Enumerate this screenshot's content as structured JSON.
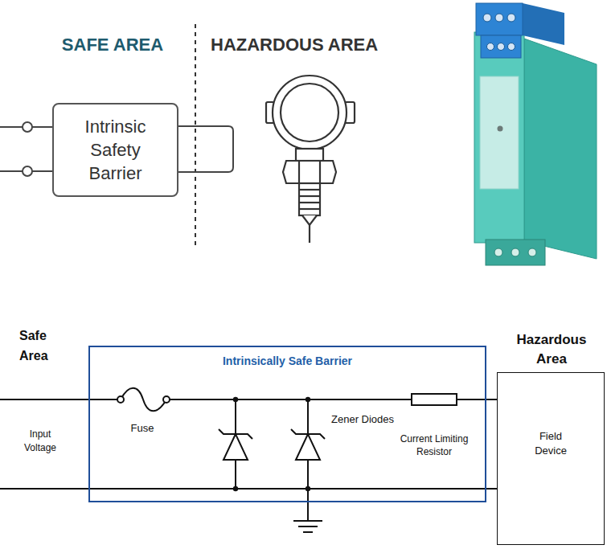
{
  "diagram": {
    "nodes": [
      {
        "text": [
          "Intrinsic Safety Barrier"
        ]
      },
      {
        "text": [
          "Intrinsically Safe Barrier"
        ]
      },
      {
        "text": [
          "Hazardous Area",
          "Field Device"
        ]
      }
    ],
    "edges": [
      {
        "from": 1,
        "to": 2,
        "arrow": "none"
      },
      {
        "from": 1,
        "to": 2,
        "arrow": "none"
      }
    ],
    "labels": [
      "SAFE AREA",
      "HAZARDOUS AREA",
      "Safe Area",
      "Input Voltage",
      "Fuse",
      "Zener Diodes",
      "Current Limiting Resistor"
    ]
  }
}
